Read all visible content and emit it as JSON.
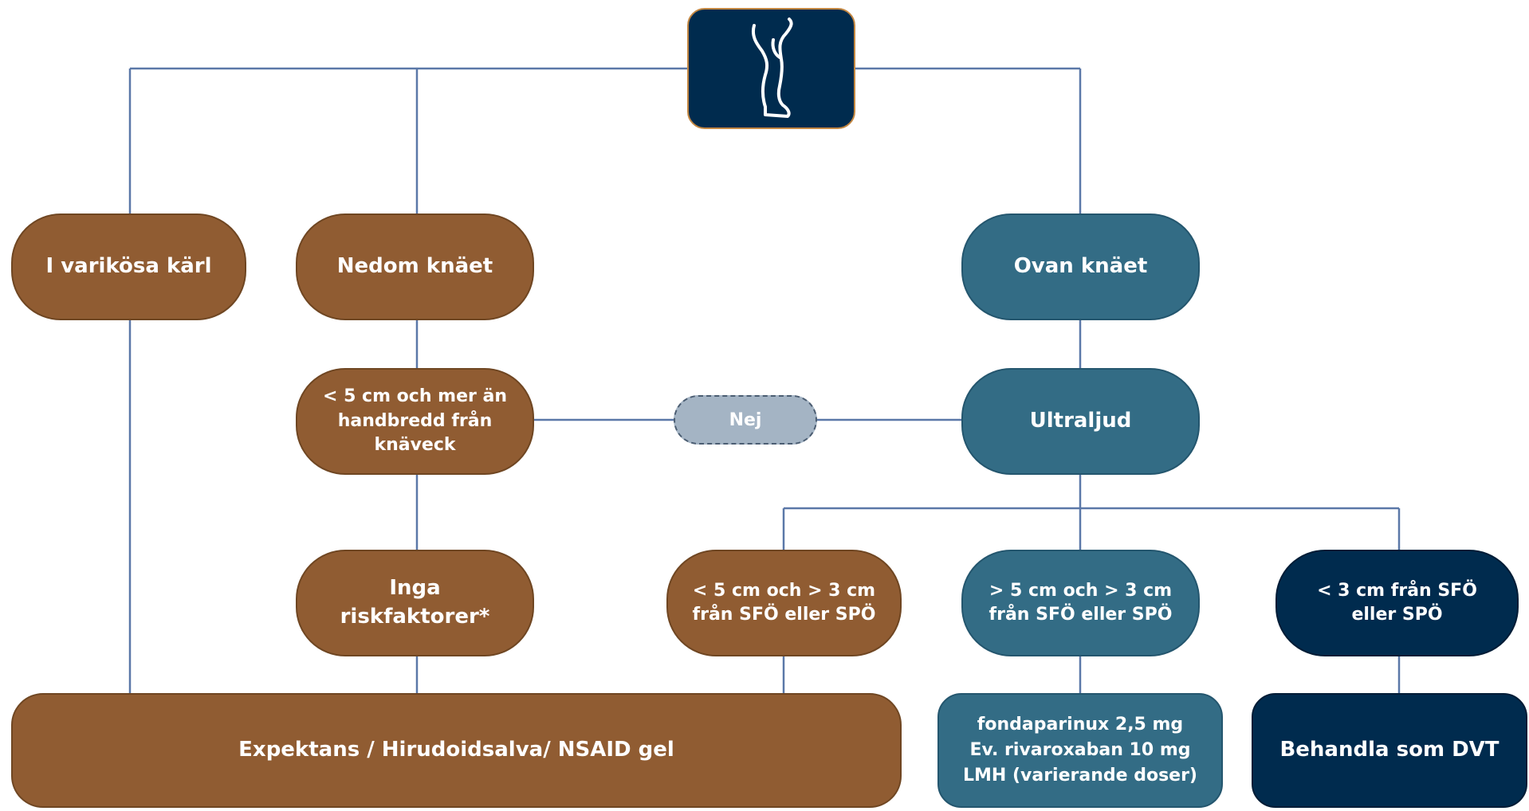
{
  "nodes": {
    "variko": "I varikösa kärl",
    "nedom": "Nedom knäet",
    "ovan": "Ovan knäet",
    "under5": "< 5 cm och mer än\nhandbredd från\nknäveck",
    "nej": "Nej",
    "ultraljud": "Ultraljud",
    "inga": "Inga riskfaktorer*",
    "lt5gt3": "< 5 cm och > 3 cm\nfrån SFÖ eller SPÖ",
    "gt5gt3": "> 5 cm och > 3 cm\nfrån SFÖ eller SPÖ",
    "lt3": "< 3 cm från SFÖ\neller SPÖ",
    "expektans": "Expektans / Hirudoidsalva/ NSAID gel",
    "fonda": "fondaparinux 2,5 mg\nEv. rivaroxaban 10 mg\nLMH (varierande doser)",
    "dvt": "Behandla som DVT"
  },
  "header_icon": "leg-icon",
  "colors": {
    "brown": "#905c32",
    "teal": "#336c85",
    "navy": "#002b4e",
    "line": "#5b78a8",
    "nej_fill": "#a4b4c4",
    "header_border": "#c38742"
  }
}
